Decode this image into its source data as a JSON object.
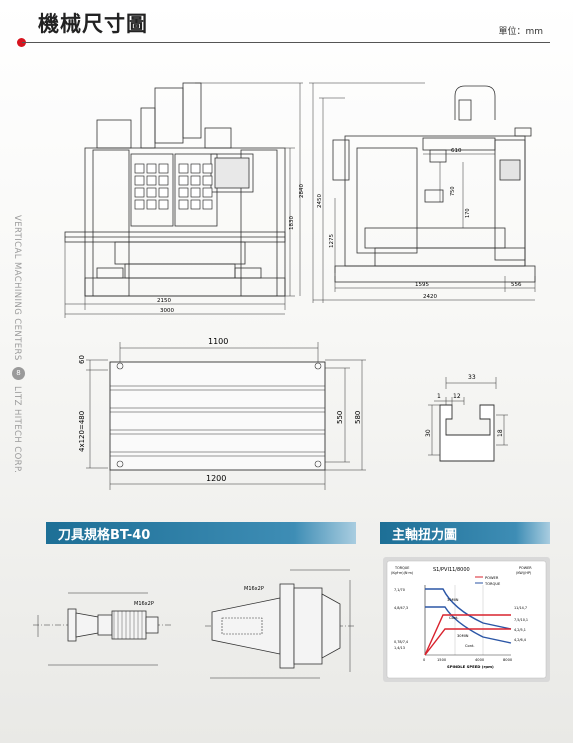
{
  "page": {
    "title": "機械尺寸圖",
    "unit_label": "單位：mm",
    "side_text_top": "VERTICAL MACHINING CENTERS",
    "page_number": "8",
    "side_text_bottom": "LITZ HITECH CORP."
  },
  "front_view": {
    "dim_2150": "2150",
    "dim_3000": "3000",
    "dim_1830": "1830",
    "dim_2840": "2840"
  },
  "side_view": {
    "dim_2450": "2450",
    "dim_610": "610",
    "dim_750": "750",
    "dim_170": "170",
    "dim_1275": "1275",
    "dim_1595": "1595",
    "dim_556": "556",
    "dim_2420": "2420"
  },
  "table_view": {
    "dim_1100": "1100",
    "dim_60": "60",
    "dim_4x120": "4x120=480",
    "dim_550": "550",
    "dim_580": "580",
    "dim_1200": "1200"
  },
  "t_slot": {
    "dim_33": "33",
    "dim_1": "1",
    "dim_12": "12",
    "dim_30": "30",
    "dim_18": "18"
  },
  "sections": {
    "tool_spec": "刀具規格BT-40",
    "spindle_torque": "主軸扭力圖"
  },
  "tool_drawing": {
    "thread_a": "M16x2P",
    "thread_b": "M16x2P"
  },
  "torque_chart": {
    "title": "S1/PVI11/8000",
    "left_label_1": "TORQUE",
    "left_label_2": "(Kgf·m)(N·m)",
    "right_label_1": "POWER",
    "right_label_2": "(KW)(HP)",
    "legend_power": "POWER",
    "legend_torque": "TORQUE",
    "y_left_ticks": [
      "7,1/70",
      "4,8/47,3",
      "0,78/7,4",
      "1,4/13"
    ],
    "y_right_ticks": [
      "11/14,7",
      "7,5/10,1",
      "4,2/5,1",
      "4,2/6,4"
    ],
    "x_ticks": [
      "0",
      "1500",
      "4000",
      "8000"
    ],
    "x_label": "SPINDLE SPEED (rpm)",
    "curve_labels": [
      "30MIN",
      "Cont.",
      "30MIN",
      "Cont."
    ],
    "colors": {
      "power": "#d9232e",
      "torque": "#2b56a6",
      "panel": "#d9d9d9"
    }
  }
}
